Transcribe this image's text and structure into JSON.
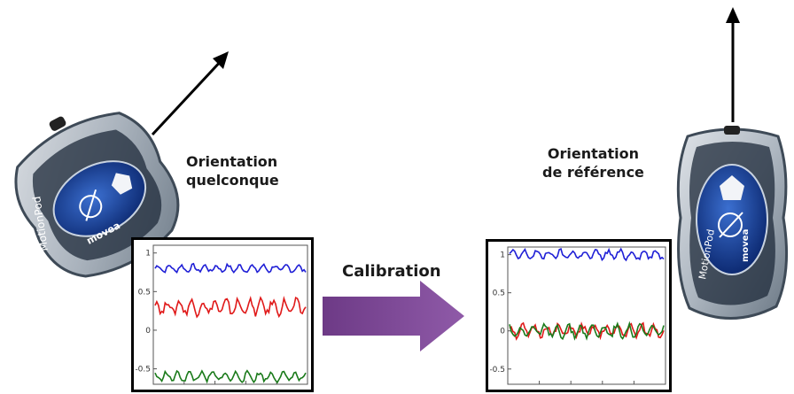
{
  "left": {
    "label_line1": "Orientation",
    "label_line2": "quelconque",
    "device_brand": "MotionPod",
    "device_logo_text": "movea"
  },
  "right": {
    "label_line1": "Orientation",
    "label_line2": "de référence",
    "device_brand": "MotionPod",
    "device_logo_text": "movea"
  },
  "transition": {
    "label": "Calibration",
    "arrow_color": "#7a3f8e"
  },
  "chart_data": [
    {
      "type": "line",
      "ylim": [
        -0.7,
        1.1
      ],
      "ytick_labels": [
        "1",
        "0.5",
        "0",
        "-0.5"
      ],
      "series": [
        {
          "color": "#1f1fd6",
          "level": 0.8,
          "amplitude": 0.04
        },
        {
          "color": "#e01919",
          "level": 0.3,
          "amplitude": 0.08
        },
        {
          "color": "#1a7a1a",
          "level": -0.6,
          "amplitude": 0.05
        }
      ]
    },
    {
      "type": "line",
      "ylim": [
        -0.7,
        1.1
      ],
      "ytick_labels": [
        "1",
        "0.5",
        "0",
        "-0.5"
      ],
      "series": [
        {
          "color": "#1f1fd6",
          "level": 1.0,
          "amplitude": 0.05
        },
        {
          "color": "#e01919",
          "level": 0.0,
          "amplitude": 0.07
        },
        {
          "color": "#1a7a1a",
          "level": 0.0,
          "amplitude": 0.07
        }
      ]
    }
  ]
}
